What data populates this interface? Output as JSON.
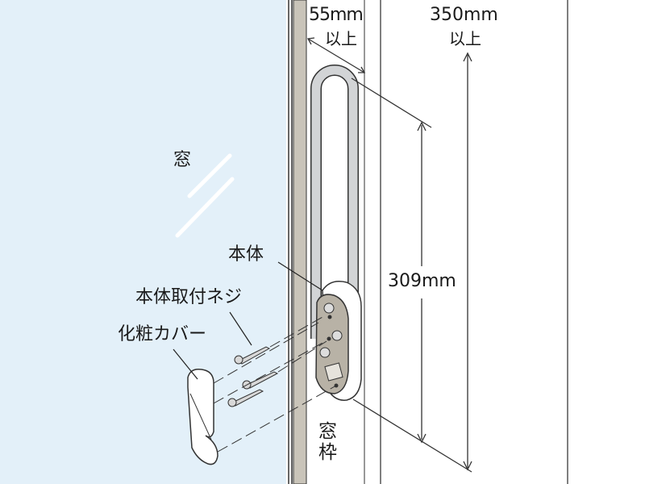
{
  "diagram": {
    "title": "Window-side grab bar installation diagram",
    "labels": {
      "window": "窓",
      "window_frame": "窓枠",
      "body": "本体",
      "body_screws": "本体取付ネジ",
      "cover": "化粧カバー"
    },
    "dimensions": {
      "side_clearance": {
        "value": "55mm",
        "note": "以上"
      },
      "top_clearance": {
        "value": "350mm",
        "note": "以上"
      },
      "bar_length": {
        "value": "309mm"
      }
    },
    "colors": {
      "glass": "#e3f0f9",
      "frame": "#c9c4b9",
      "bar_fill": "#d2d4d6",
      "bracket": "#b8b2a6",
      "line": "#222222"
    }
  }
}
